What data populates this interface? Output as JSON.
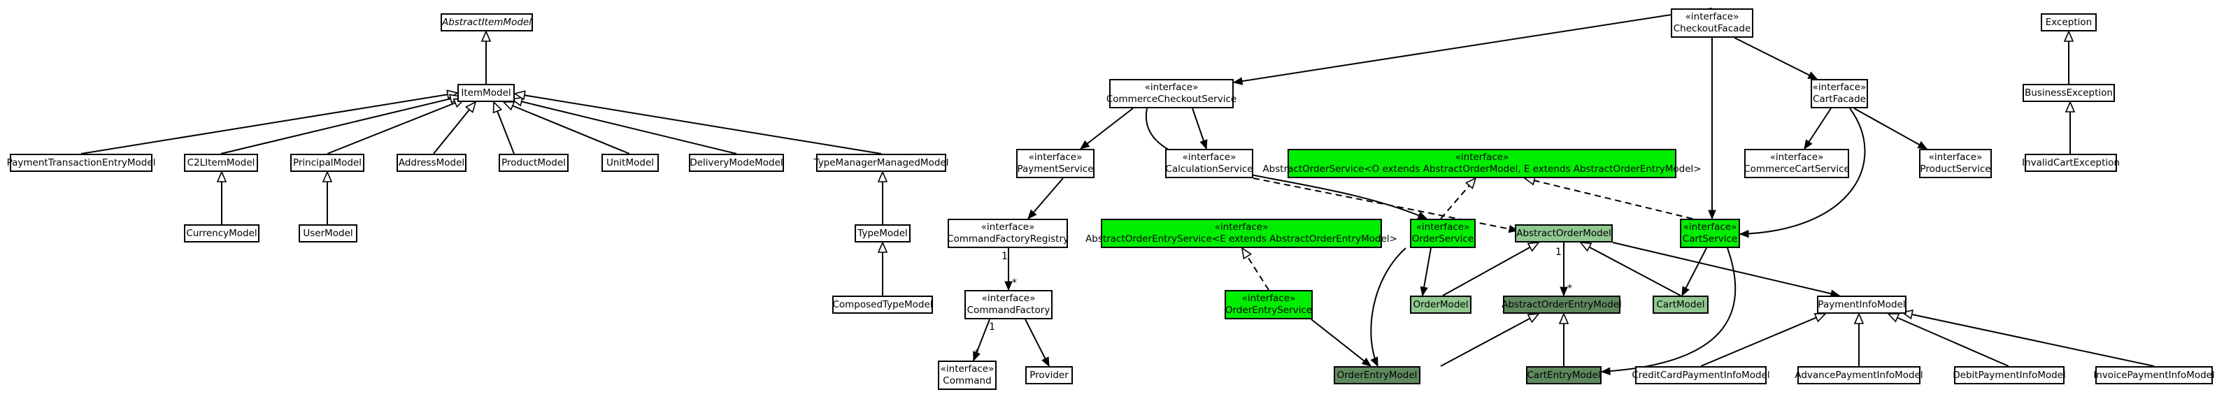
{
  "colors": {
    "plain": "#ffffff",
    "bright_green": "#00ee00",
    "light_green": "#90c890",
    "dark_green": "#5f8a5f",
    "line": "#000000"
  },
  "nodes": {
    "abstract_item_model": {
      "name": "AbstractItemModel"
    },
    "item_model": {
      "name": "ItemModel"
    },
    "payment_transaction_entry_model": {
      "name": "PaymentTransactionEntryModel"
    },
    "c2l_item_model": {
      "name": "C2LItemModel"
    },
    "principal_model": {
      "name": "PrincipalModel"
    },
    "address_model": {
      "name": "AddressModel"
    },
    "product_model": {
      "name": "ProductModel"
    },
    "unit_model": {
      "name": "UnitModel"
    },
    "delivery_mode_model": {
      "name": "DeliveryModeModel"
    },
    "type_manager_managed_model": {
      "name": "TypeManagerManagedModel"
    },
    "currency_model": {
      "name": "CurrencyModel"
    },
    "user_model": {
      "name": "UserModel"
    },
    "type_model": {
      "name": "TypeModel"
    },
    "composed_type_model": {
      "name": "ComposedTypeModel"
    },
    "checkout_facade": {
      "stereotype": "«interface»",
      "name": "CheckoutFacade"
    },
    "commerce_checkout_service": {
      "stereotype": "«interface»",
      "name": "CommerceCheckoutService"
    },
    "cart_facade": {
      "stereotype": "«interface»",
      "name": "CartFacade"
    },
    "payment_service": {
      "stereotype": "«interface»",
      "name": "PaymentService"
    },
    "calculation_service": {
      "stereotype": "«interface»",
      "name": "CalculationService"
    },
    "abstract_order_service": {
      "stereotype": "«interface»",
      "name": "AbstractOrderService<O extends AbstractOrderModel, E extends AbstractOrderEntryModel>"
    },
    "commerce_cart_service": {
      "stereotype": "«interface»",
      "name": "CommerceCartService"
    },
    "product_service": {
      "stereotype": "«interface»",
      "name": "ProductService"
    },
    "command_factory_registry": {
      "stereotype": "«interface»",
      "name": "CommandFactoryRegistry"
    },
    "abstract_order_entry_service": {
      "stereotype": "«interface»",
      "name": "AbstractOrderEntryService<E extends AbstractOrderEntryModel>"
    },
    "order_service": {
      "stereotype": "«interface»",
      "name": "OrderService"
    },
    "abstract_order_model": {
      "name": "AbstractOrderModel"
    },
    "cart_service": {
      "stereotype": "«interface»",
      "name": "CartService"
    },
    "command_factory": {
      "stereotype": "«interface»",
      "name": "CommandFactory"
    },
    "order_entry_service": {
      "stereotype": "«interface»",
      "name": "OrderEntryService"
    },
    "order_model": {
      "name": "OrderModel"
    },
    "abstract_order_entry_model": {
      "name": "AbstractOrderEntryModel"
    },
    "cart_model": {
      "name": "CartModel"
    },
    "payment_info_model": {
      "name": "PaymentInfoModel"
    },
    "command": {
      "stereotype": "«interface»",
      "name": "Command"
    },
    "provider": {
      "name": "Provider"
    },
    "order_entry_model": {
      "name": "OrderEntryModel"
    },
    "cart_entry_model": {
      "name": "CartEntryModel"
    },
    "credit_card_payment_info_model": {
      "name": "CreditCardPaymentInfoModel"
    },
    "advance_payment_info_model": {
      "name": "AdvancePaymentInfoModel"
    },
    "debit_payment_info_model": {
      "name": "DebitPaymentInfoModel"
    },
    "invoice_payment_info_model": {
      "name": "InvoicePaymentInfoModel"
    },
    "exception": {
      "name": "Exception"
    },
    "business_exception": {
      "name": "BusinessException"
    },
    "invalid_cart_exception": {
      "name": "InvalidCartException"
    }
  },
  "multiplicities": {
    "registry_one": "1",
    "registry_many": "*",
    "factory_one": "1",
    "factory_many": "*",
    "order_one": "1",
    "order_many": "*"
  }
}
